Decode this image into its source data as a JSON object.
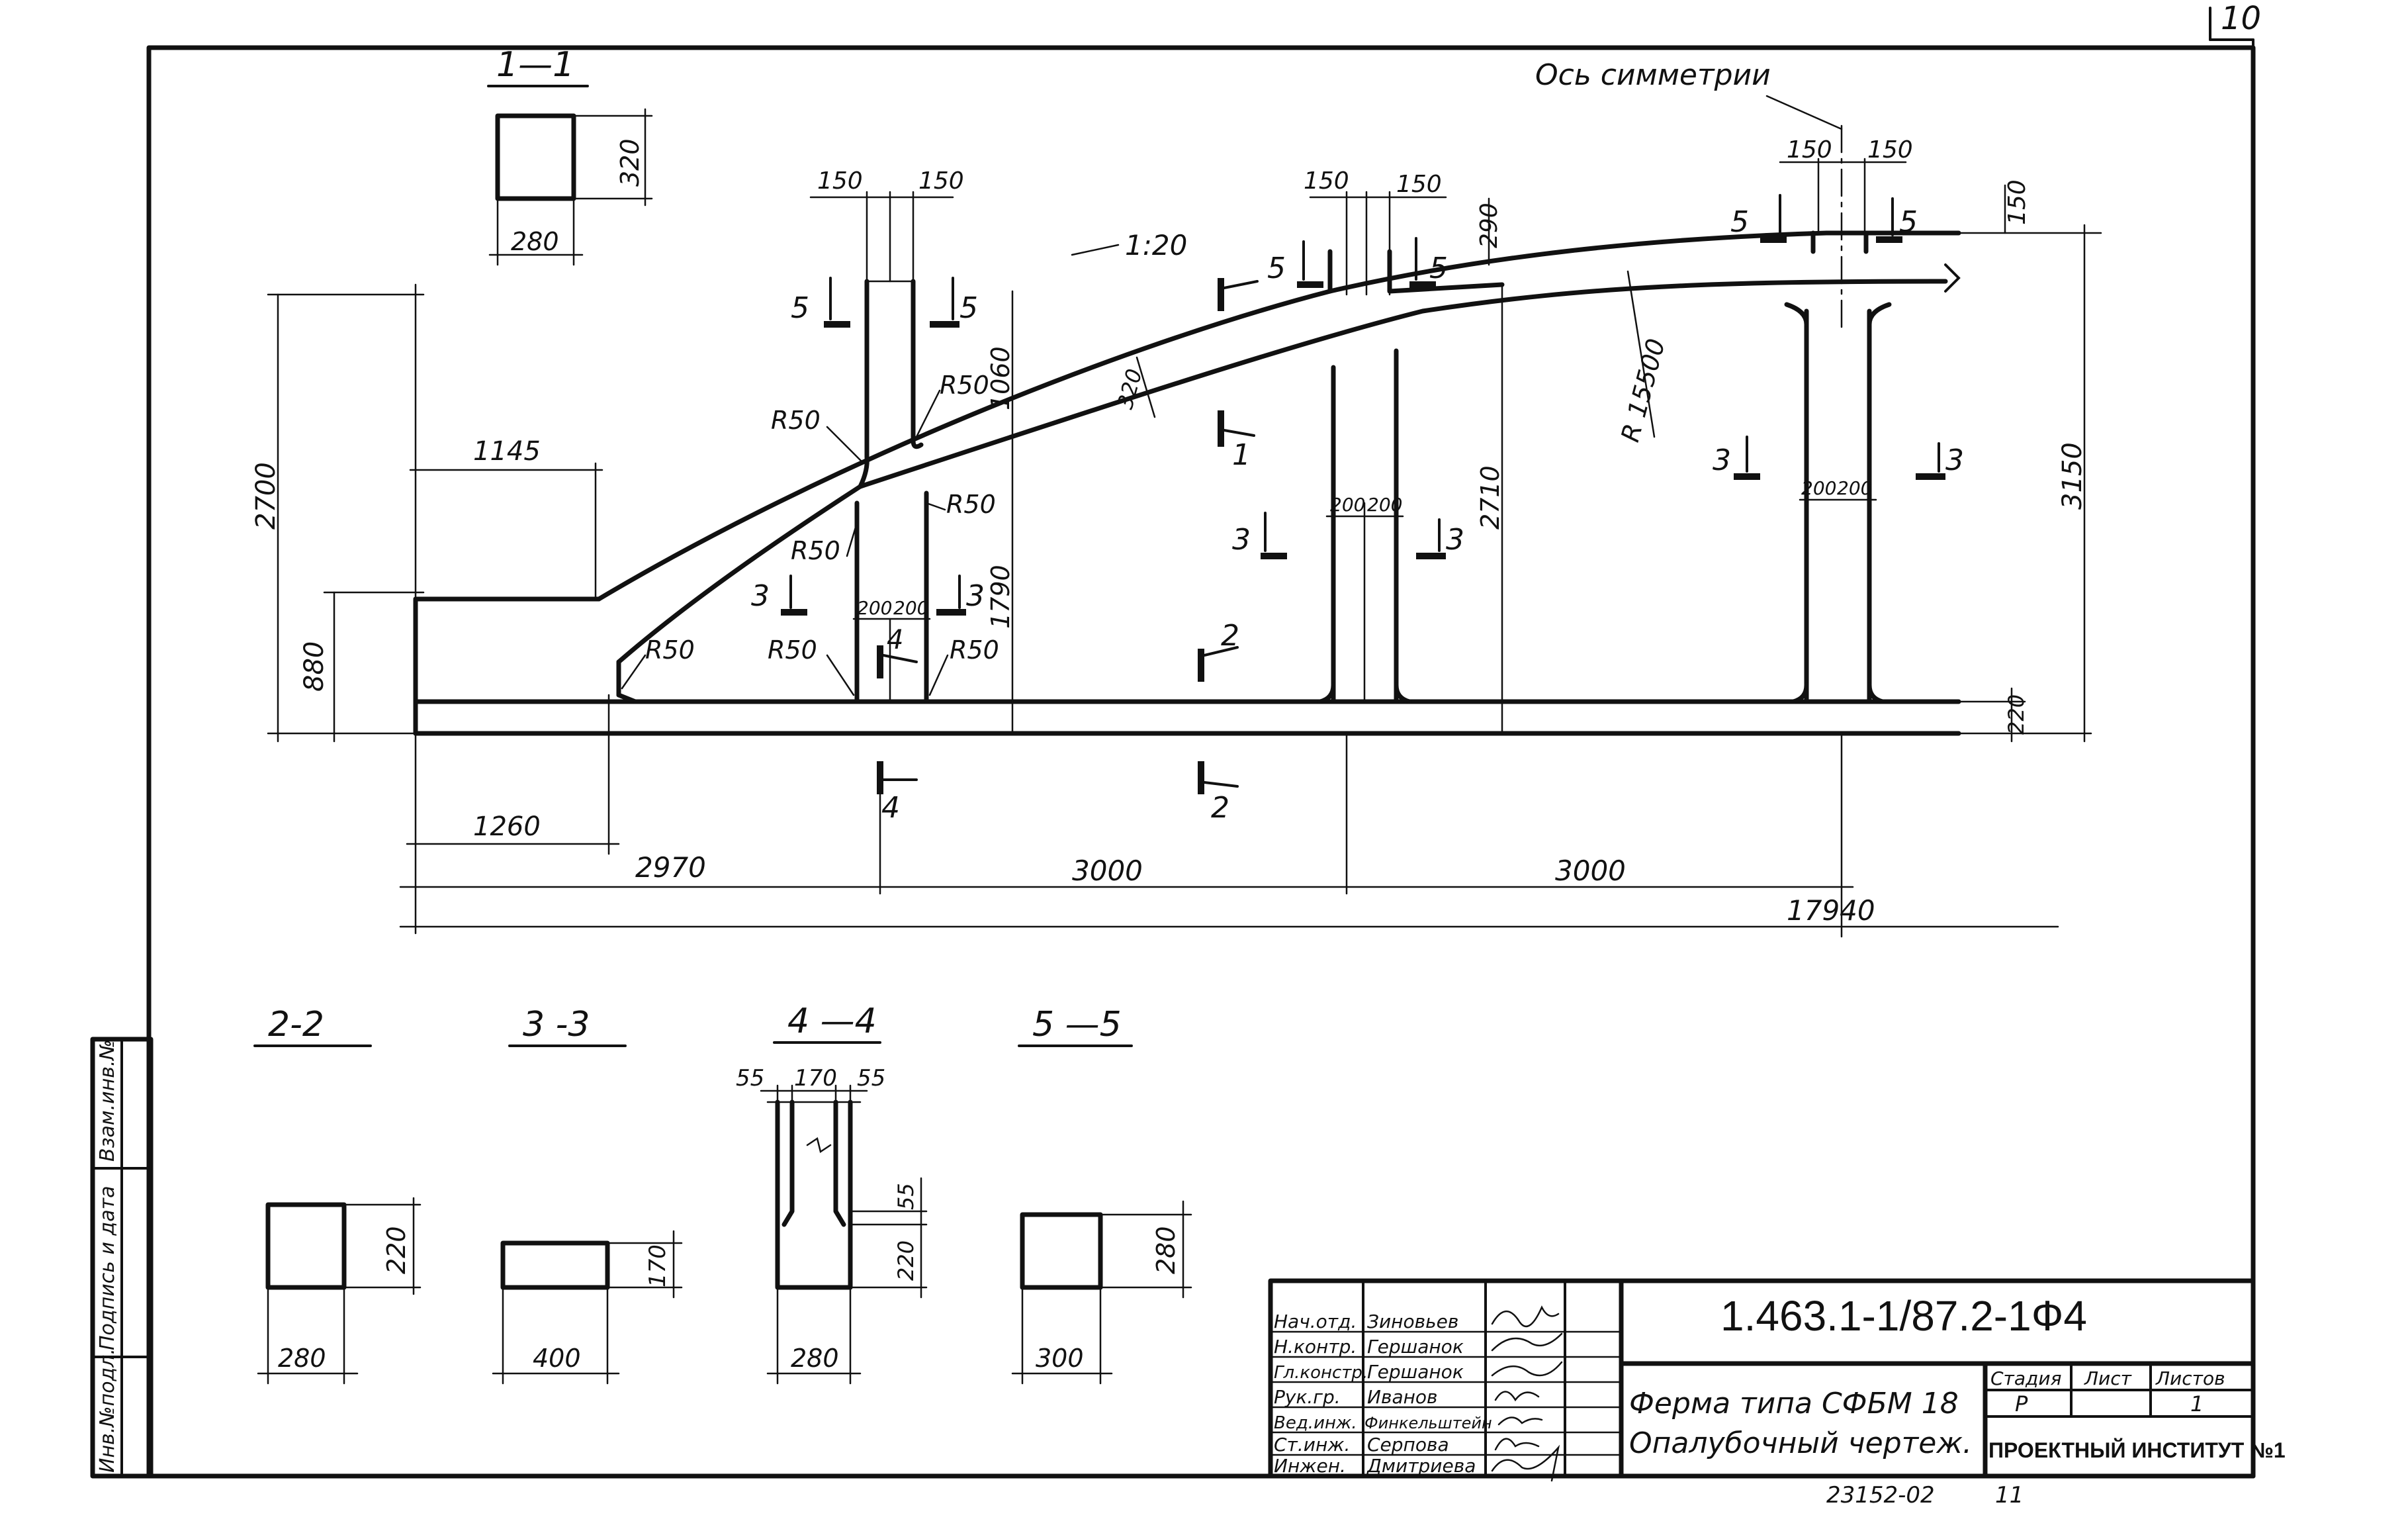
{
  "sheet": {
    "number": "10",
    "symmetry_axis_label": "Ось симметрии",
    "slope_label": "1:20",
    "radius_label": "R 15500"
  },
  "section_marks": {
    "sec_1": "1",
    "sec_2": "2",
    "sec_3": "3",
    "sec_4": "4",
    "sec_5": "5"
  },
  "fillets": {
    "r50": "R50"
  },
  "dims": {
    "d150": "150",
    "d1060": "1060",
    "d320": "320",
    "d290": "290",
    "d2700": "2700",
    "d880": "880",
    "d1145": "1145",
    "d1790": "1790",
    "d2710": "2710",
    "d3150": "3150",
    "d200": "200",
    "d220": "220",
    "d1260": "1260",
    "d2970": "2970",
    "d3000": "3000",
    "d17940": "17940"
  },
  "sections": {
    "s1": {
      "title": "1—1",
      "width": "280",
      "height": "320"
    },
    "s2": {
      "title": "2-2",
      "width": "280",
      "height": "220"
    },
    "s3": {
      "title": "3 -3",
      "width": "400",
      "height": "170"
    },
    "s4": {
      "title": "4 —4",
      "top_left": "55",
      "top_mid": "170",
      "top_right": "55",
      "side_top": "55",
      "height": "220",
      "width": "280"
    },
    "s5": {
      "title": "5 —5",
      "width": "300",
      "height": "280"
    }
  },
  "side_stamp": {
    "inv_no": "Инв.№подл.",
    "sign_date": "Подпись и дата",
    "replace_inv": "Взам.инв.№"
  },
  "title_block": {
    "doc_code": "1.463.1-1/87.2-1Ф4",
    "item_name": "Ферма типа СФБМ 18",
    "drawing_name": "Опалубочный чертеж.",
    "stage_label": "Стадия",
    "sheet_label": "Лист",
    "sheets_label": "Листов",
    "stage_value": "Р",
    "sheet_value": "",
    "sheets_value": "1",
    "org": "ПРОЕКТНЫЙ ИНСТИТУТ №1",
    "archive_no": "23152-02",
    "archive_sheet": "11",
    "rows": [
      {
        "role": "Нач.отд.",
        "name": "Зиновьев"
      },
      {
        "role": "Н.контр.",
        "name": "Гершанок"
      },
      {
        "role": "Гл.констр.",
        "name": "Гершанок"
      },
      {
        "role": "Рук.гр.",
        "name": "Иванов"
      },
      {
        "role": "Вед.инж.",
        "name": "Финкельштейн"
      },
      {
        "role": "Ст.инж.",
        "name": "Серпова"
      },
      {
        "role": "Инжен.",
        "name": "Дмитриева"
      }
    ]
  }
}
